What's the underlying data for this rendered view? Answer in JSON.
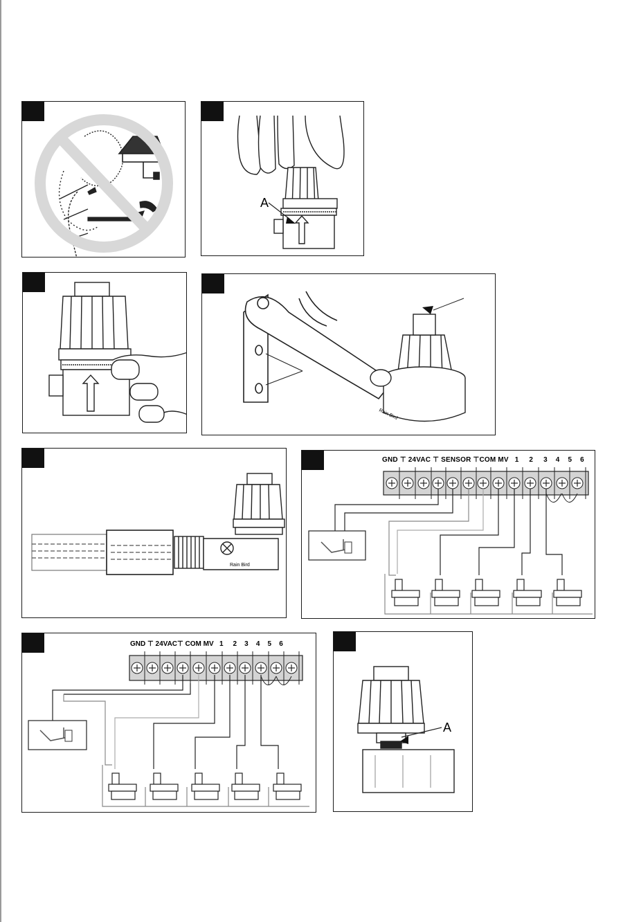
{
  "callouts": {
    "a_label": "A"
  },
  "terminals": {
    "sensor_board": [
      "GND",
      "⊤",
      "24VAC",
      "⊤",
      "SENSOR",
      "⊤",
      "COM",
      "MV",
      "1",
      "2",
      "3",
      "4",
      "5",
      "6"
    ],
    "standard_board": [
      "GND",
      "⊤",
      "24VAC",
      "⊤",
      "COM",
      "MV",
      "1",
      "2",
      "3",
      "4",
      "5",
      "6"
    ]
  },
  "brand": {
    "logo_text": "Rain Bird"
  }
}
